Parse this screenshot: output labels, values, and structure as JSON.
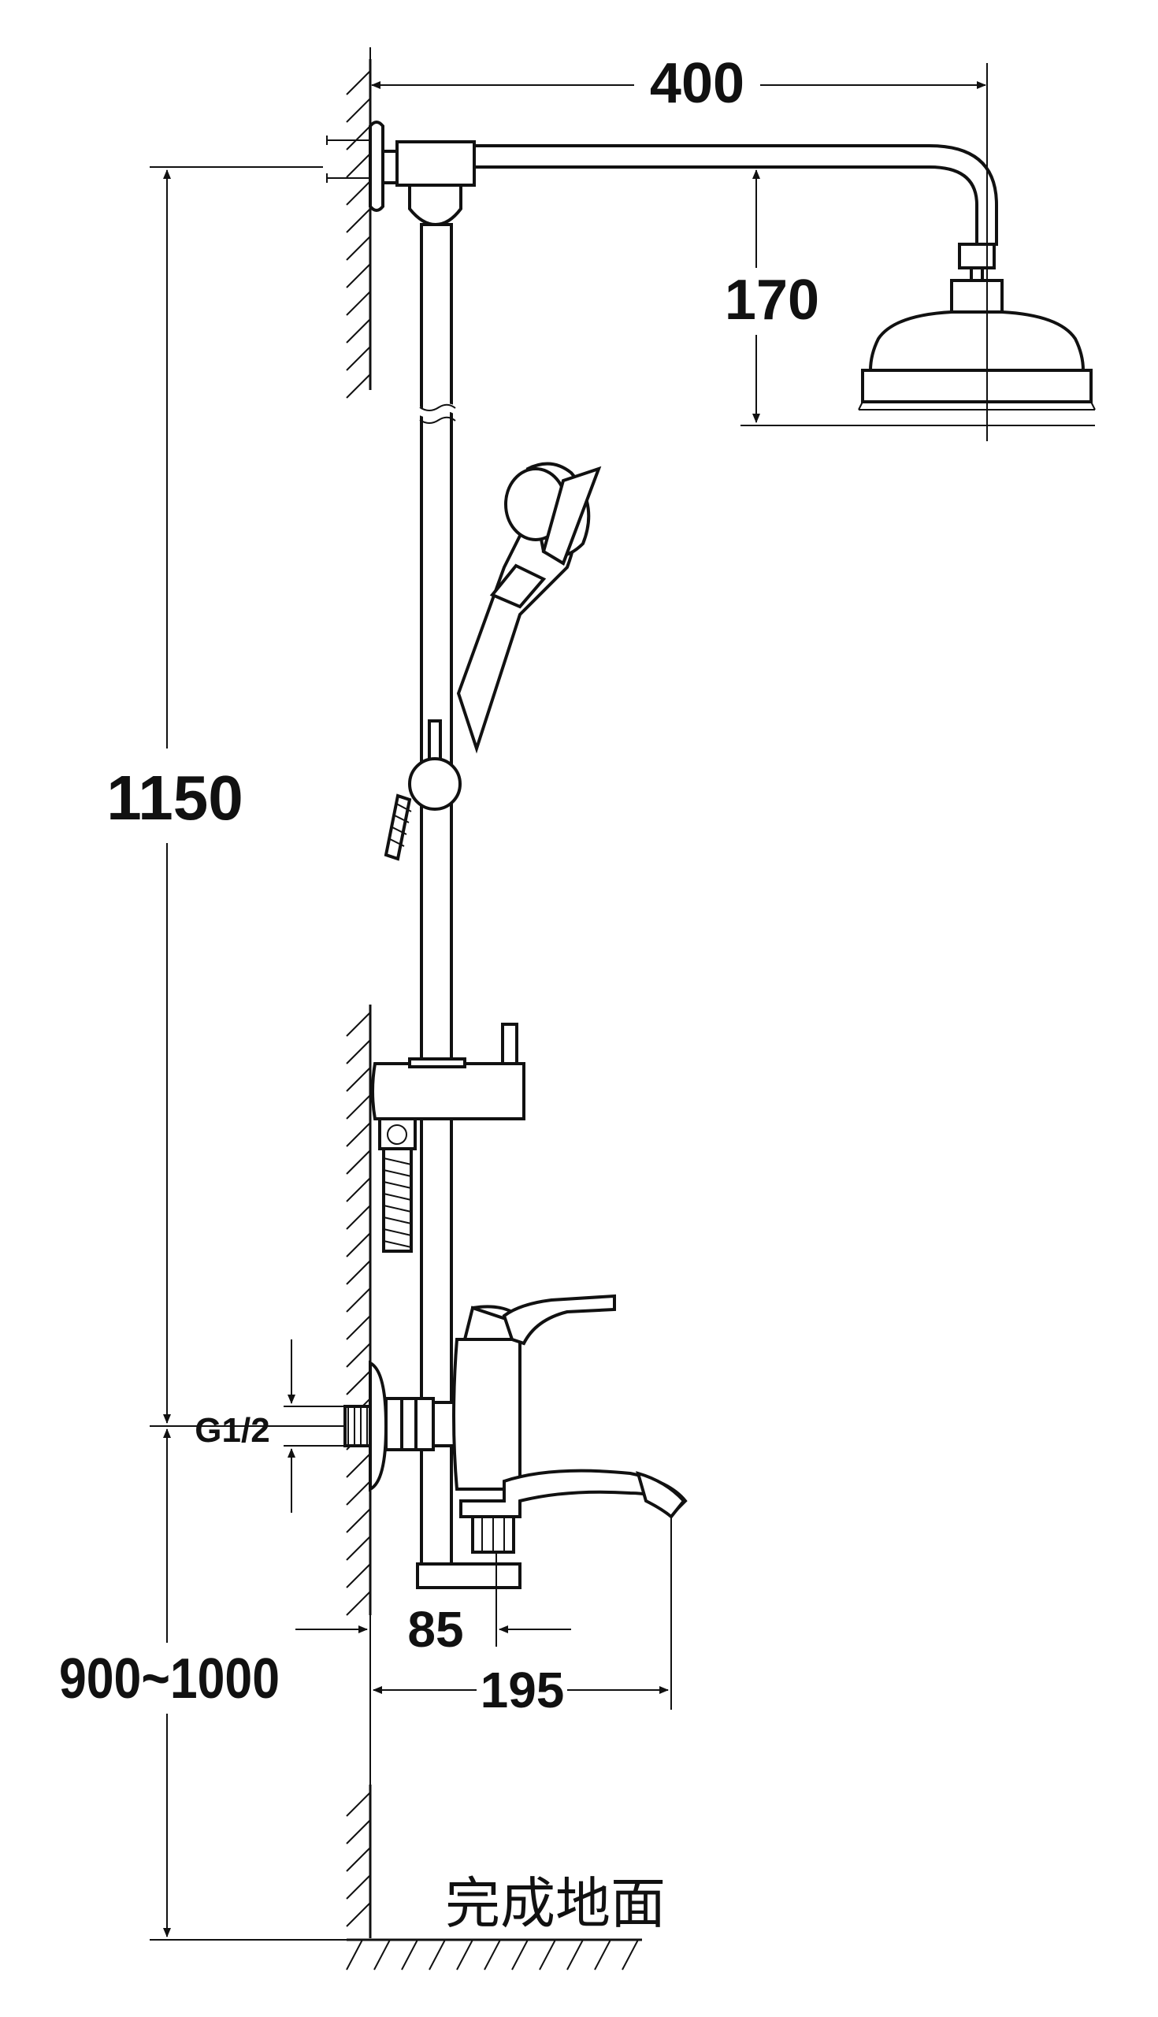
{
  "dimensions": {
    "arm_length": "400",
    "head_drop": "170",
    "total_height": "1150",
    "inlet_thread": "G1/2",
    "inlet_offset": "85",
    "spout_projection": "195",
    "install_height": "900~1000"
  },
  "floor_label": "完成地面"
}
